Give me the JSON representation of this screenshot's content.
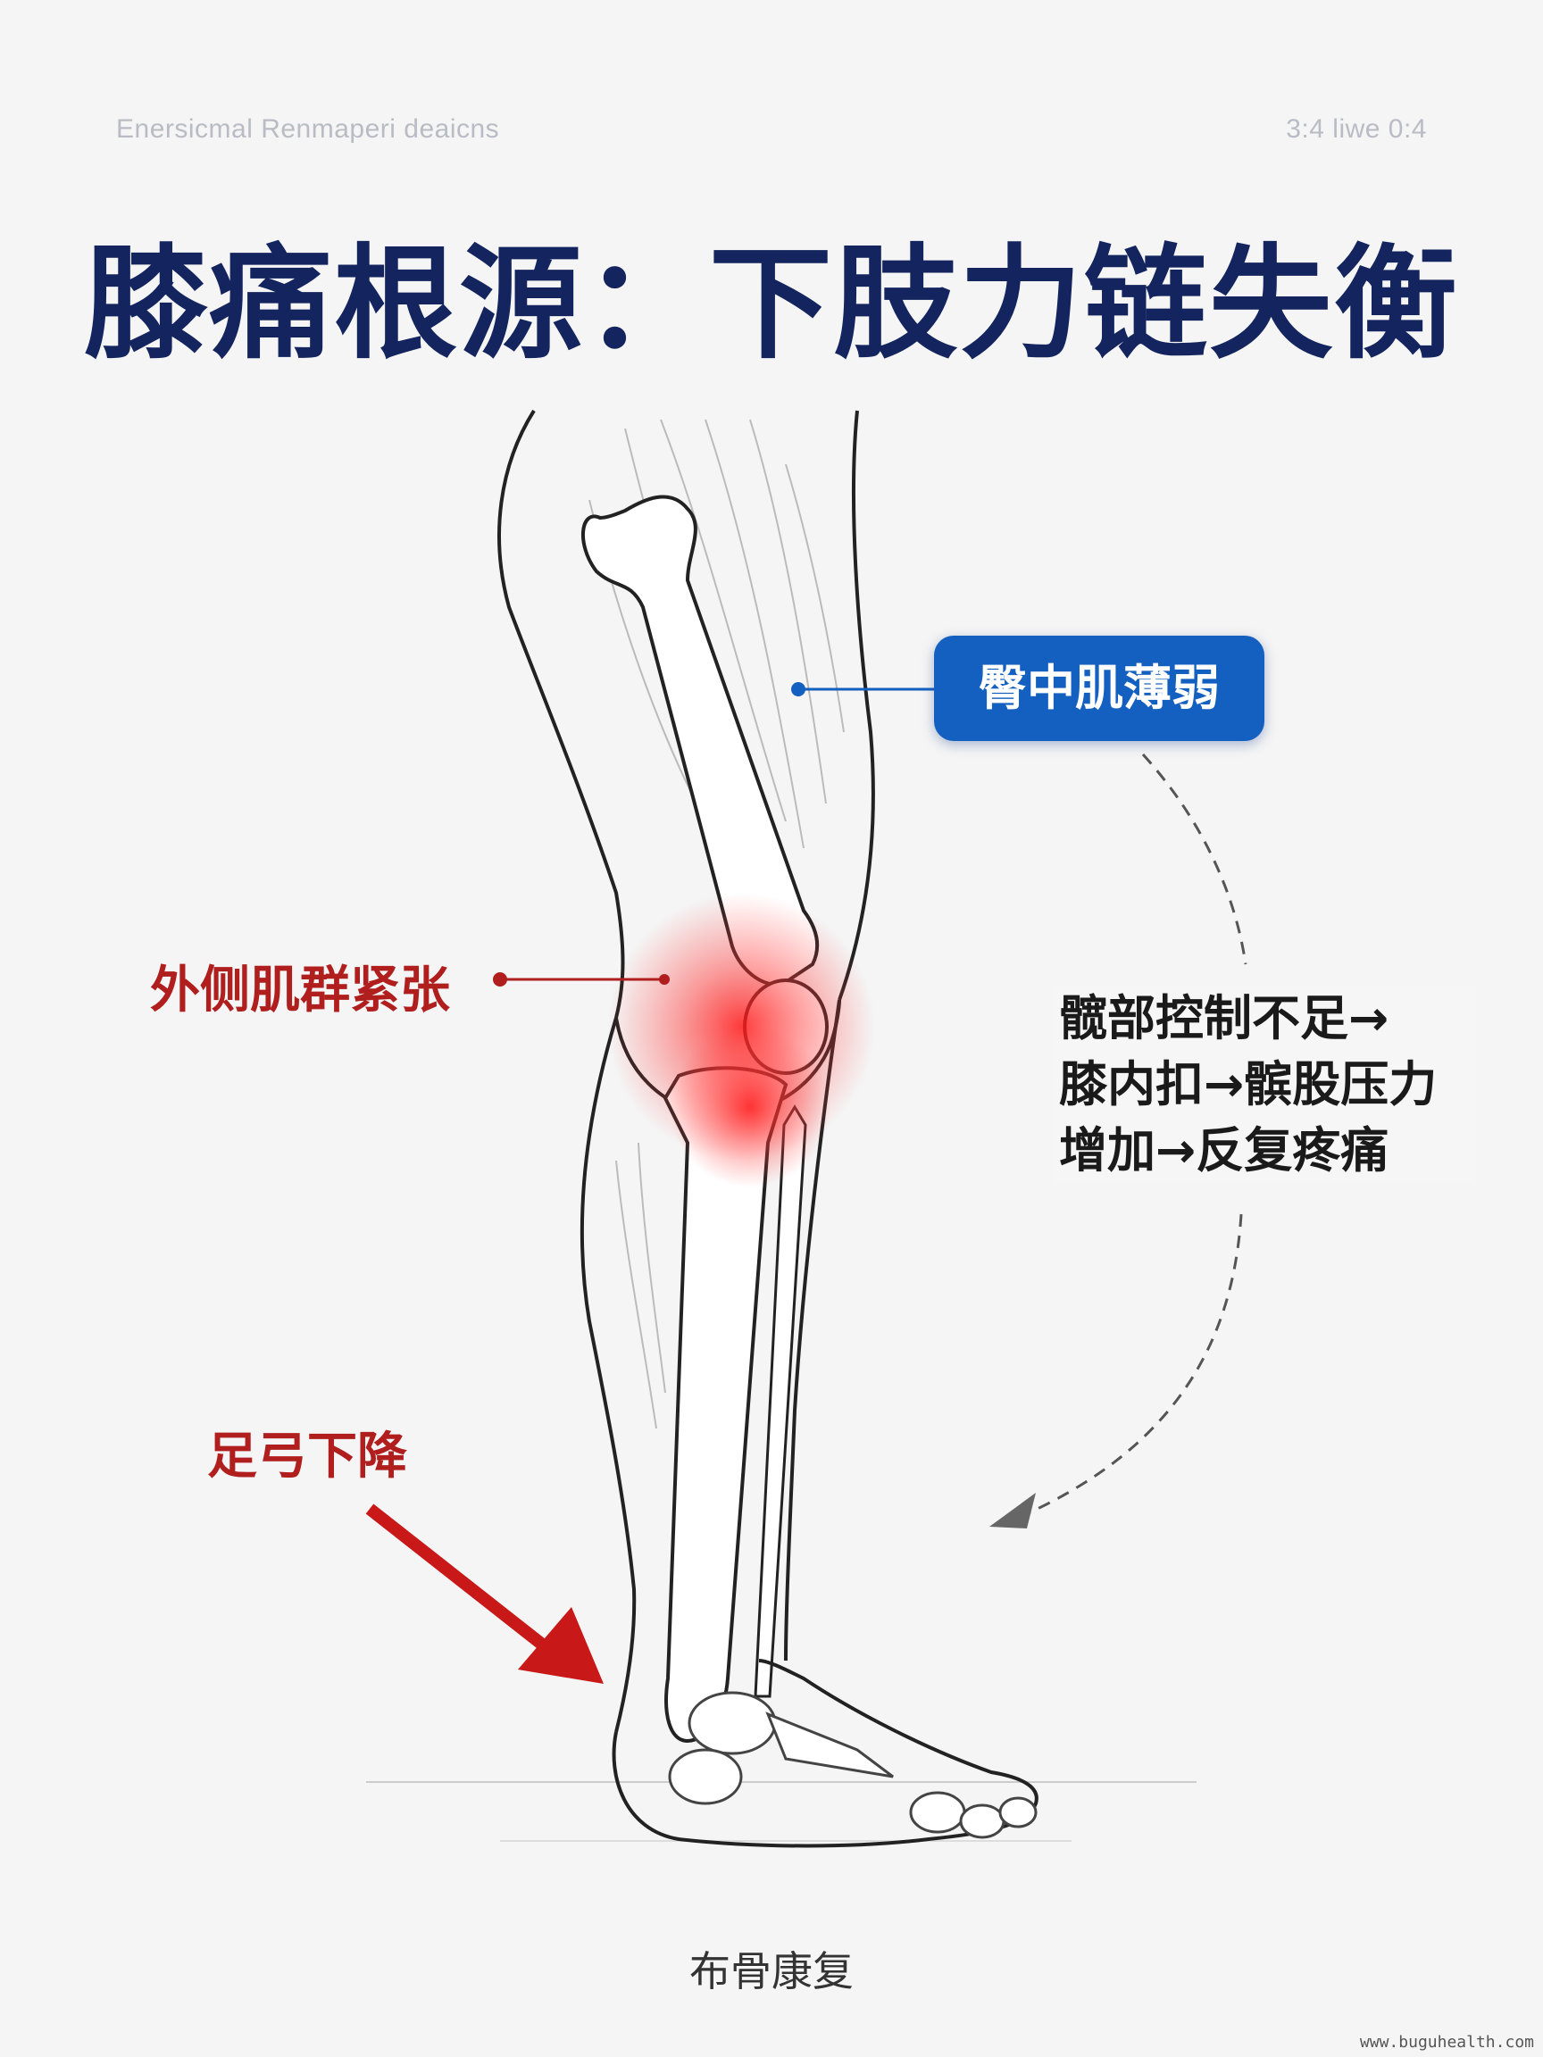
{
  "header": {
    "top_left_caption": "Enersicmal Renmaperi deaicns",
    "top_right_caption": "3:4 liwe 0:4"
  },
  "title": "膝痛根源：下肢力链失衡",
  "labels": {
    "glute_weak": "臀中肌薄弱",
    "lateral_tight": "外侧肌群紧张",
    "arch_drop": "足弓下降"
  },
  "chain": {
    "lines": [
      "髋部控制不足→",
      "膝内扣→髌股压力",
      "增加→反复疼痛"
    ]
  },
  "footer": {
    "brand": "布骨康复",
    "watermark": "www.buguhealth.com"
  },
  "colors": {
    "title": "#13245e",
    "accent_blue": "#1460c0",
    "accent_red": "#b01e1e",
    "inflammation": "#ff2020"
  }
}
